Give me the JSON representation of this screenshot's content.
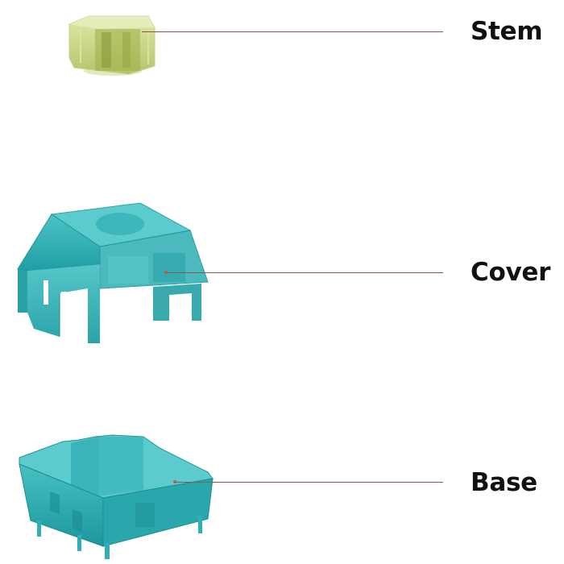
{
  "diagram": {
    "title": "",
    "parts": [
      {
        "id": "stem",
        "label": "Stem",
        "color": "#b7c56a"
      },
      {
        "id": "cover",
        "label": "Cover",
        "color": "#2fb3b8"
      },
      {
        "id": "base",
        "label": "Base",
        "color": "#2aa9ad"
      }
    ],
    "leader_color": "#8a5a48"
  }
}
